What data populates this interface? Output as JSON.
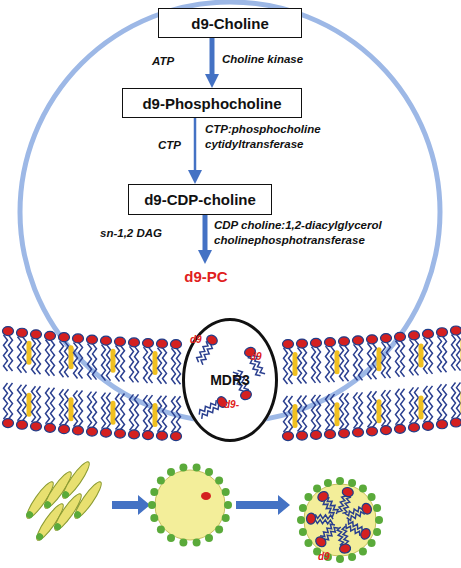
{
  "diagram": {
    "nodes": [
      {
        "text": [
          "d9-Choline"
        ]
      },
      {
        "text": [
          "d9-Phosphocholine"
        ]
      },
      {
        "text": [
          "d9-CDP-choline"
        ]
      },
      {
        "text": [
          "d9-PC"
        ]
      },
      {
        "text": [
          "MDR3"
        ]
      }
    ],
    "edges": [
      {
        "from": 0,
        "to": 1,
        "arrow": "to",
        "label": "Choline kinase"
      },
      {
        "from": 1,
        "to": 2,
        "arrow": "to",
        "label": "CTP:phosphocholine cytidyltransferase"
      },
      {
        "from": 2,
        "to": 3,
        "arrow": "to",
        "label": "CDP choline:1,2-diacylglycerol cholinephosphotransferase"
      }
    ],
    "labels": [
      "ATP",
      "CTP",
      "sn-1,2 DAG",
      "d9",
      "d9",
      "d9-",
      "d9"
    ]
  }
}
